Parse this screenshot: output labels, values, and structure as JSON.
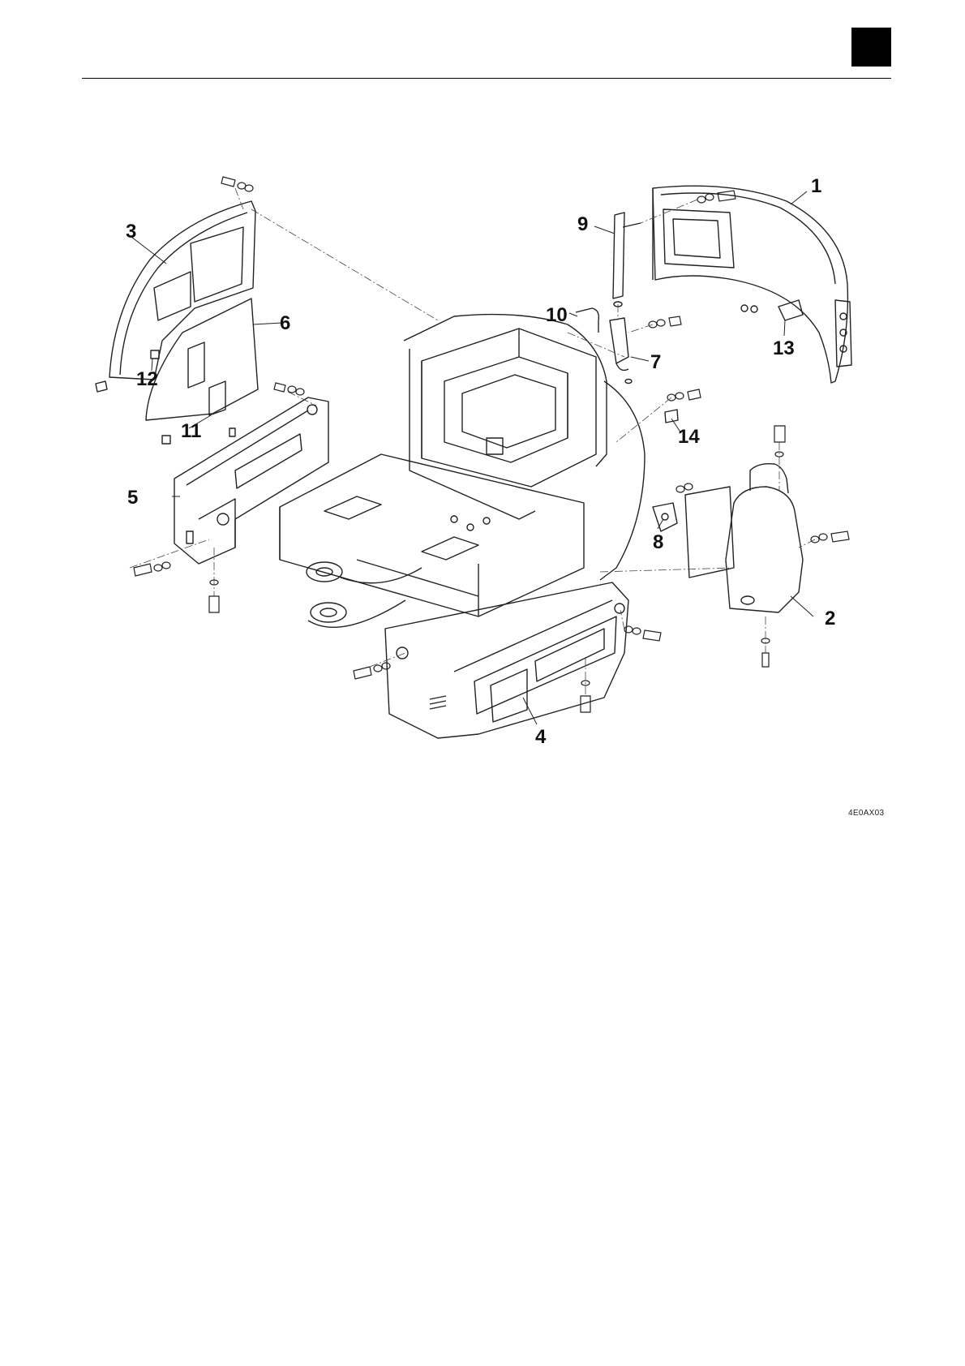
{
  "figure": {
    "code": "4E0AX03",
    "callouts": [
      "1",
      "2",
      "3",
      "4",
      "5",
      "6",
      "7",
      "8",
      "9",
      "10",
      "11",
      "12",
      "13",
      "14"
    ]
  },
  "icons": {
    "corner_mark": "black-square-icon"
  }
}
